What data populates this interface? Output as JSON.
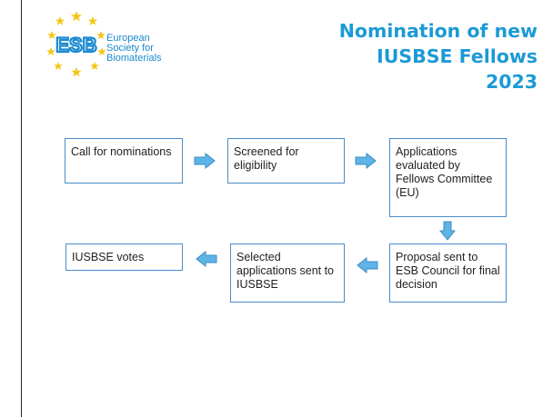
{
  "logo": {
    "mark_text": "ESB",
    "line1": "European",
    "line2": "Society for",
    "line3": "Biomaterials",
    "star_color": "#f5c518",
    "brand_color": "#1a8ad0"
  },
  "title": {
    "line1": "Nomination of new",
    "line2": "IUSBSE Fellows",
    "line3": "2023",
    "color": "#1b9ad6"
  },
  "flow": {
    "steps": [
      "Call for nominations",
      "Screened for eligibility",
      "Applications evaluated by Fellows Committee (EU)",
      "Proposal sent to ESB Council for final decision",
      "Selected applications sent to IUSBSE",
      "IUSBSE votes"
    ],
    "arrow_color": "#5fb4e6",
    "box_border_color": "#4a8cc9"
  }
}
